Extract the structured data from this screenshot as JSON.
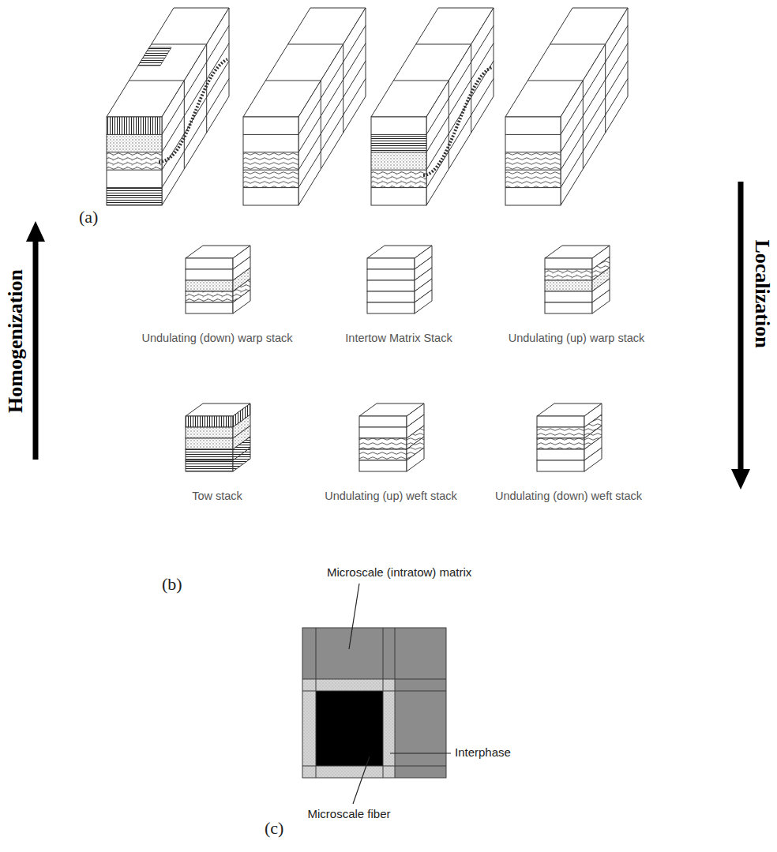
{
  "diagram": {
    "nodes": [
      {
        "text": [
          "Undulating (down) warp stack"
        ]
      },
      {
        "text": [
          "Intertow Matrix Stack"
        ]
      },
      {
        "text": [
          "Undulating (up) warp stack"
        ]
      },
      {
        "text": [
          "Tow stack"
        ]
      },
      {
        "text": [
          "Undulating (up) weft stack"
        ]
      },
      {
        "text": [
          "Undulating (down) weft stack"
        ]
      }
    ],
    "labels": [
      "(a)",
      "Homogenization",
      "Localization",
      "(b)",
      "(c)",
      "Microscale (intratow) matrix",
      "Interphase",
      "Microscale fiber"
    ]
  }
}
